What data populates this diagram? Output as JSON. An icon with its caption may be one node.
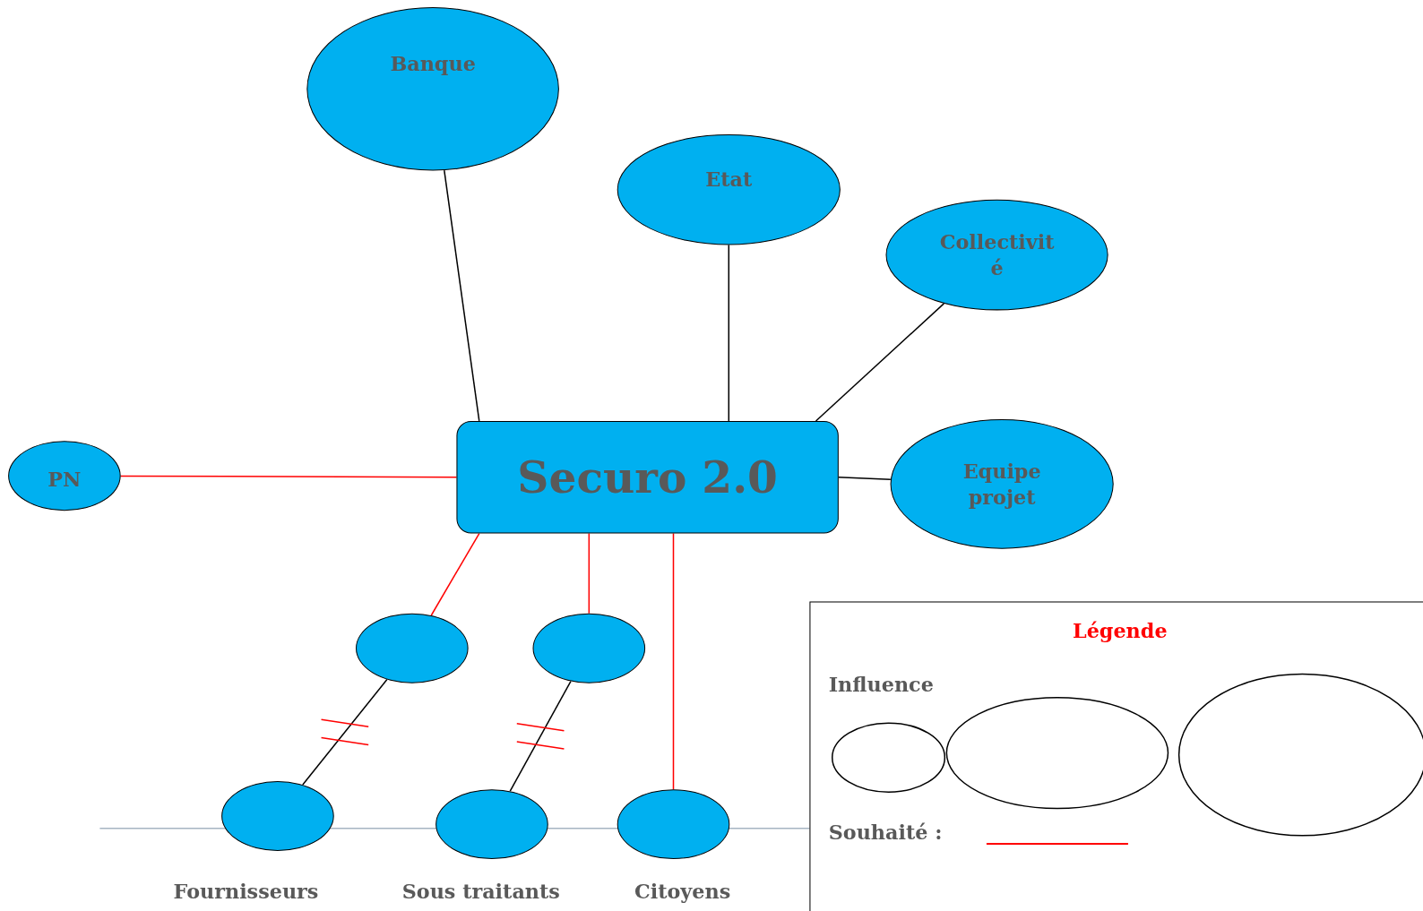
{
  "diagram": {
    "nodes": [
      {
        "text": [
          "Banque"
        ]
      },
      {
        "text": [
          "Etat"
        ]
      },
      {
        "text": [
          "Collectivité"
        ]
      },
      {
        "text": [
          "PN"
        ]
      },
      {
        "text": [
          "Securo 2.0"
        ]
      },
      {
        "text": [
          "Equipe projet"
        ]
      },
      {
        "text": [],
        "shape": "ellipse"
      },
      {
        "text": [],
        "shape": "ellipse"
      },
      {
        "text": [],
        "shape": "ellipse",
        "beside": [
          "Fournisseurs"
        ]
      },
      {
        "text": [],
        "shape": "ellipse",
        "beside": [
          "Sous traitants"
        ]
      },
      {
        "text": [],
        "shape": "ellipse",
        "beside": [
          "Citoyens"
        ]
      }
    ],
    "edges": [
      {
        "from": 0,
        "to": 4,
        "arrow": "none"
      },
      {
        "from": 1,
        "to": 4,
        "arrow": "none"
      },
      {
        "from": 2,
        "to": 4,
        "arrow": "none"
      },
      {
        "from": 3,
        "to": 4,
        "arrow": "none",
        "color": "#ff0000"
      },
      {
        "from": 4,
        "to": 5,
        "arrow": "none"
      },
      {
        "from": 4,
        "to": 6,
        "arrow": "none",
        "color": "#ff0000"
      },
      {
        "from": 4,
        "to": 7,
        "arrow": "none",
        "color": "#ff0000"
      },
      {
        "from": 4,
        "to": 10,
        "arrow": "none",
        "color": "#ff0000"
      },
      {
        "from": 6,
        "to": 8,
        "arrow": "none"
      },
      {
        "from": 7,
        "to": 9,
        "arrow": "none"
      }
    ],
    "labels": [
      "Légende"
    ],
    "legend": [
      {
        "text": "Influence"
      },
      {
        "text": "Souhaité :"
      }
    ]
  }
}
